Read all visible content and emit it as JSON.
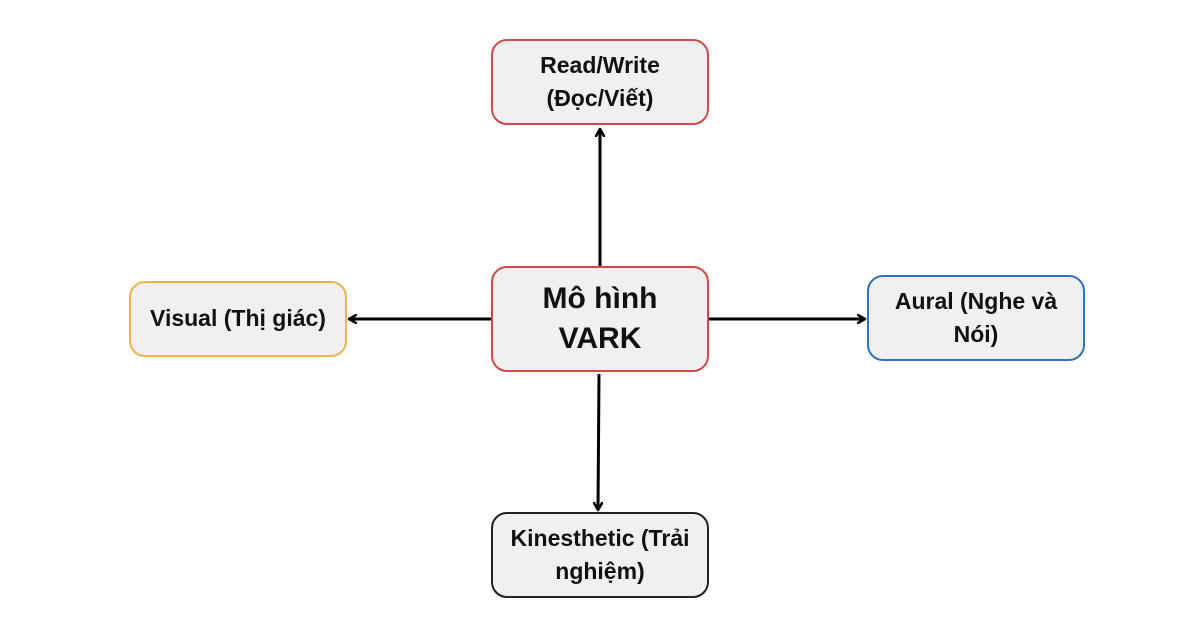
{
  "diagram": {
    "center": {
      "lines": [
        "Mô hình",
        "VARK"
      ],
      "border_color": "#d04a4a"
    },
    "read_write": {
      "lines": [
        "Read/Write",
        "(Đọc/Viết)"
      ],
      "border_color": "#d04a4a"
    },
    "visual": {
      "lines": [
        "Visual (Thị giác)"
      ],
      "border_color": "#f2b24a"
    },
    "aural": {
      "lines": [
        "Aural (Nghe và",
        "Nói)"
      ],
      "border_color": "#2e72c4"
    },
    "kinesthetic": {
      "lines": [
        "Kinesthetic (Trải",
        "nghiệm)"
      ],
      "border_color": "#222222"
    },
    "edges": [
      {
        "from": "center",
        "to": "read_write"
      },
      {
        "from": "center",
        "to": "visual"
      },
      {
        "from": "center",
        "to": "aural"
      },
      {
        "from": "center",
        "to": "kinesthetic"
      }
    ],
    "node_fill": "#f0f0f0",
    "arrow_color": "#000000"
  }
}
